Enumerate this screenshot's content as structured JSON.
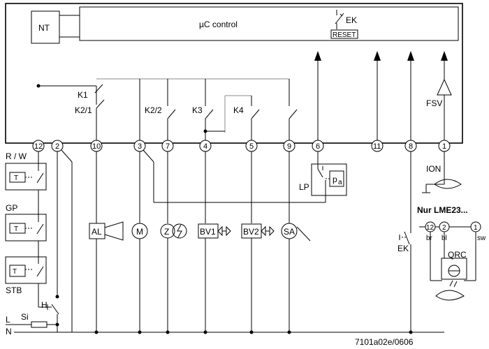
{
  "controller": {
    "title": "µC control",
    "nt_label": "NT",
    "ek_label": "EK",
    "reset_label": "RESET",
    "k1": "K1",
    "k2_1": "K2/1",
    "k2_2": "K2/2",
    "k3": "K3",
    "k4": "K4",
    "fsv": "FSV"
  },
  "terminals": {
    "t12": "12",
    "t2": "2",
    "t10": "10",
    "t3": "3",
    "t7": "7",
    "t4": "4",
    "t5": "5",
    "t9": "9",
    "t6": "6",
    "t11": "11",
    "t8": "8",
    "t1": "1"
  },
  "left_panel": {
    "rw": "R / W",
    "gp": "GP",
    "stb": "STB",
    "t_rw": "T",
    "t_gp": "T",
    "t_stb": "T",
    "h": "H",
    "si": "Si",
    "l": "L",
    "n": "N"
  },
  "loads": {
    "al": "AL",
    "m": "M",
    "z": "Z",
    "bv1": "BV1",
    "bv2": "BV2",
    "sa": "SA",
    "lp": "LP",
    "pa": "p",
    "pa_sub": "a",
    "ek": "EK",
    "ion": "ION"
  },
  "lme": {
    "title": "Nur LME23...",
    "t12": "12",
    "t2": "2",
    "t1": "1",
    "br": "br",
    "bl": "bl",
    "sw": "sw",
    "qrc": "QRC"
  },
  "footer": {
    "code": "7101a02e/0606"
  }
}
